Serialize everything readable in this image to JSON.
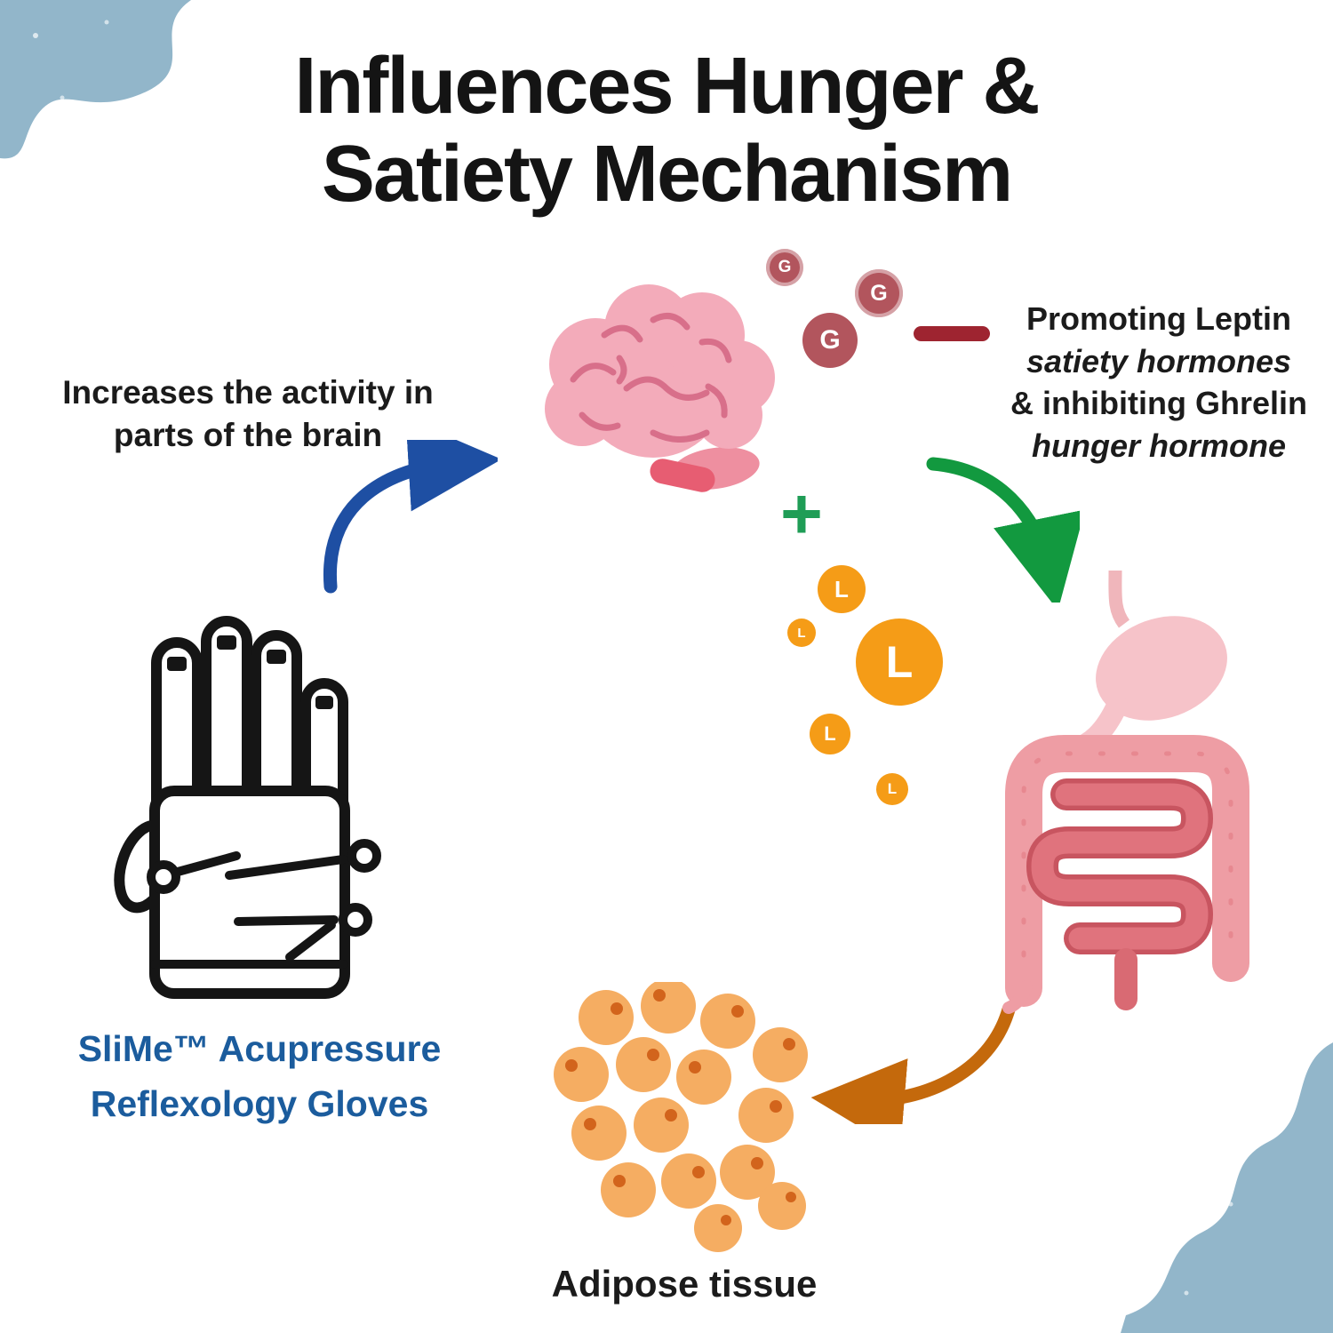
{
  "title": {
    "line1": "Influences Hunger &",
    "line2": "Satiety Mechanism"
  },
  "notes": {
    "brain": {
      "line1": "Increases the activity in",
      "line2": "parts of the brain"
    },
    "hormones": {
      "line1": "Promoting Leptin",
      "line2": "satiety hormones",
      "line3": "& inhibiting Ghrelin",
      "line4": "hunger hormone"
    },
    "gloves": {
      "line1": "SliMe™ Acupressure",
      "line2": "Reflexology Gloves"
    },
    "adipose": "Adipose tissue"
  },
  "symbols": {
    "plus": "+",
    "ghrelin_letter": "G",
    "leptin_letter": "L"
  },
  "colors": {
    "corner_blob": "#92b6ca",
    "ghrelin_molecule": "#b2555d",
    "leptin_molecule": "#f59c17",
    "minus_bar": "#9e2430",
    "plus_sign": "#1f9d56",
    "arrow_blue": "#1e4fa3",
    "arrow_green": "#12993f",
    "arrow_orange": "#c4690c",
    "gloves_text": "#1b5c9d",
    "brain_pink": "#f3abba",
    "digestive_pink": "#ee9da4",
    "adipose_orange": "#f5ad62"
  }
}
